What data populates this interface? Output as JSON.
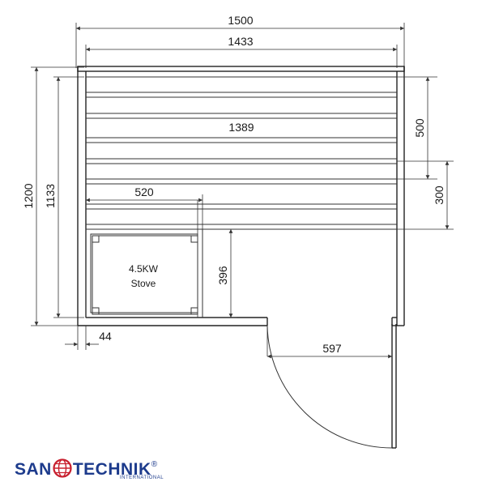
{
  "dimensions": {
    "overall_width": "1500",
    "inner_width": "1433",
    "bench_length": "1389",
    "overall_depth": "1200",
    "inner_depth": "1133",
    "upper_bench_depth": "500",
    "lower_bench_depth": "300",
    "stove_enclosure_width": "520",
    "stove_enclosure_depth": "396",
    "wall_thickness": "44",
    "door_width": "597"
  },
  "stove": {
    "line1": "4.5KW",
    "line2": "Stove"
  },
  "brand": {
    "name_left": "SAN",
    "name_right": "TECHNIK",
    "registered": "®",
    "tagline": "INTERNATIONAL",
    "color": "#1d3b8c"
  }
}
